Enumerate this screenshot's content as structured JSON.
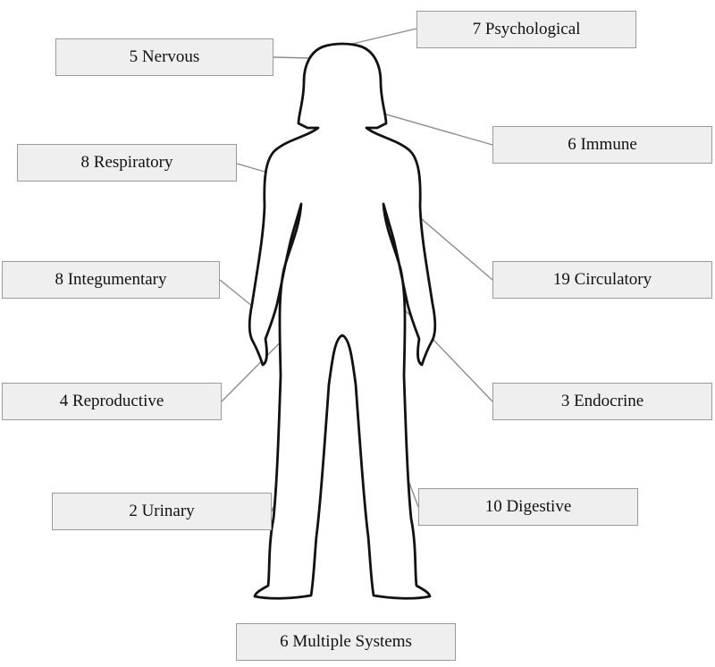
{
  "labels": {
    "psychological": "7 Psychological",
    "nervous": "5 Nervous",
    "immune": "6 Immune",
    "respiratory": "8 Respiratory",
    "integumentary": "8 Integumentary",
    "circulatory": "19 Circulatory",
    "reproductive": "4 Reproductive",
    "endocrine": "3 Endocrine",
    "urinary": "2 Urinary",
    "digestive": "10 Digestive",
    "multiple": "6 Multiple Systems"
  },
  "colors": {
    "box_fill": "#efefef",
    "box_border": "#9a9a9a",
    "leader_line": "#8c8c8c",
    "outline": "#111111"
  }
}
